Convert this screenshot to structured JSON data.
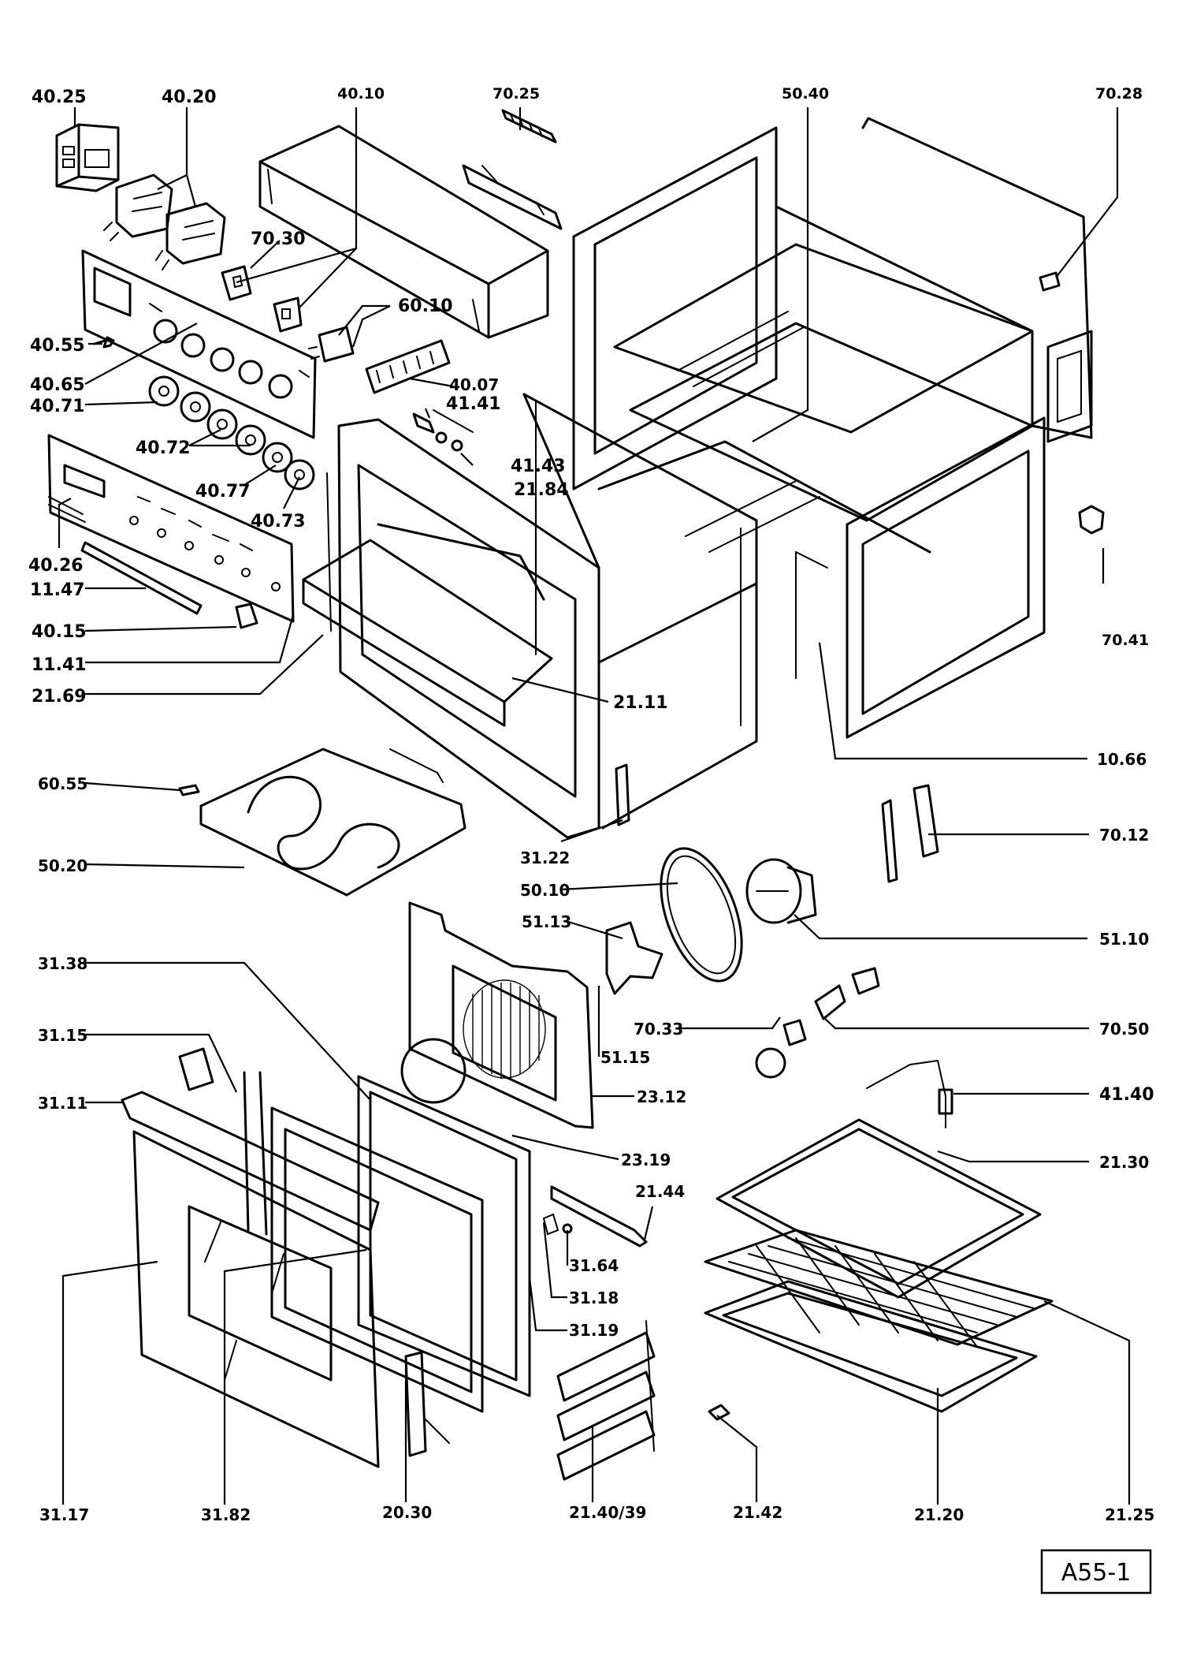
{
  "reference_code": "A55-1",
  "part_labels": {
    "p40_25": "40.25",
    "p40_20": "40.20",
    "p40_10": "40.10",
    "p70_25": "70.25",
    "p50_40": "50.40",
    "p70_28": "70.28",
    "p70_30": "70.30",
    "p60_10": "60.10",
    "p40_55": "40.55",
    "p40_65": "40.65",
    "p40_07": "40.07",
    "p41_41": "41.41",
    "p40_71": "40.71",
    "p41_43": "41.43",
    "p40_72": "40.72",
    "p21_84": "21.84",
    "p40_77": "40.77",
    "p40_73": "40.73",
    "p40_26": "40.26",
    "p11_47": "11.47",
    "p40_15": "40.15",
    "p11_41": "11.41",
    "p21_69": "21.69",
    "p21_11": "21.11",
    "p70_41": "70.41",
    "p10_66": "10.66",
    "p60_55": "60.55",
    "p70_12": "70.12",
    "p50_20": "50.20",
    "p31_22": "31.22",
    "p50_10": "50.10",
    "p51_13": "51.13",
    "p51_10": "51.10",
    "p31_38": "31.38",
    "p70_33": "70.33",
    "p70_50": "70.50",
    "p31_15": "31.15",
    "p51_15": "51.15",
    "p41_40": "41.40",
    "p31_11": "31.11",
    "p23_12": "23.12",
    "p23_19": "23.19",
    "p21_30": "21.30",
    "p21_44": "21.44",
    "p31_64": "31.64",
    "p31_18": "31.18",
    "p31_19": "31.19",
    "p31_17": "31.17",
    "p31_82": "31.82",
    "p20_30": "20.30",
    "p21_40_39": "21.40/39",
    "p21_42": "21.42",
    "p21_20": "21.20",
    "p21_25": "21.25"
  }
}
